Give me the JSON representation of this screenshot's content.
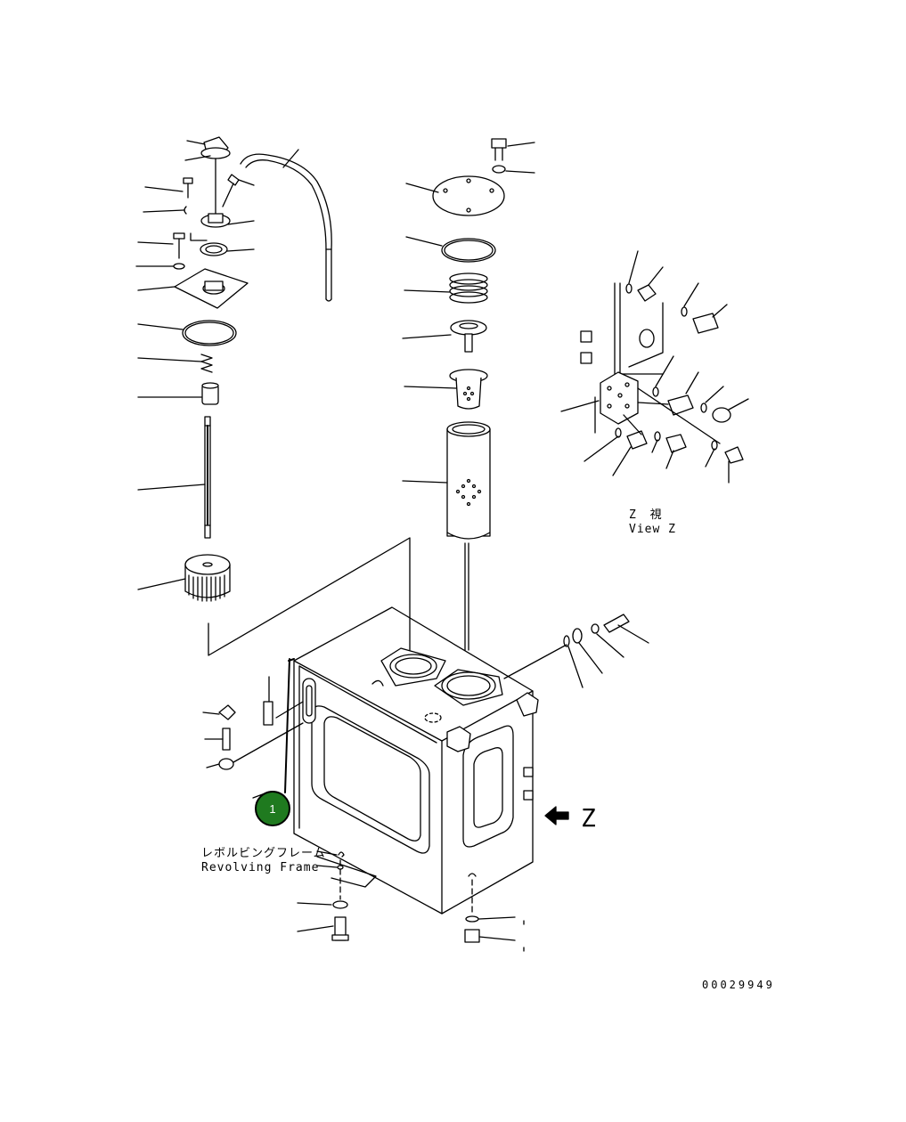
{
  "diagram": {
    "view_label_jp": "Z 視",
    "view_label_en": "View Z",
    "frame_label_jp": "レボルビングフレーム",
    "frame_label_en": "Revolving Frame",
    "direction_letter": "Z",
    "drawing_number": "00029949",
    "callout": {
      "label": "1",
      "color": "#1f7a1f"
    }
  }
}
